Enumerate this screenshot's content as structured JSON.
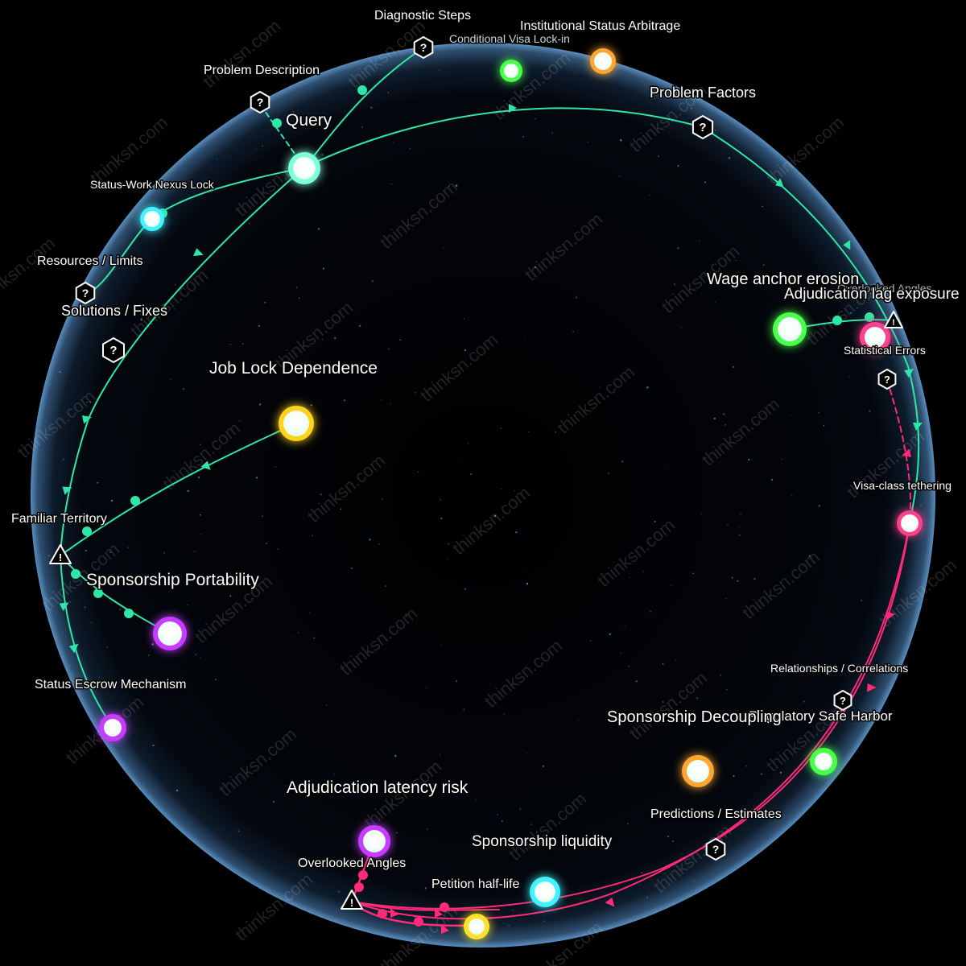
{
  "colors": {
    "background": "#000000",
    "sphere_glow": "#5a8fc0",
    "path_green": "#2ee6a6",
    "path_pink": "#ff2a78",
    "node_green": "#49ff4a",
    "node_cyan": "#3ff3ff",
    "node_orange": "#ffa632",
    "node_yellow": "#ffe12a",
    "node_purple": "#c63cff",
    "node_pink": "#ff3f8c",
    "node_query": "#7fffd8"
  },
  "watermark": "thinksn.com",
  "nodes": {
    "query": {
      "label": "Query",
      "color": "#7fffd8",
      "icon": "circle-node"
    },
    "diagnostic_steps": {
      "label": "Diagnostic Steps",
      "icon": "hex-question-icon"
    },
    "problem_description": {
      "label": "Problem Description",
      "icon": "hex-question-icon"
    },
    "conditional_visa_lock_in": {
      "label": "Conditional Visa Lock-in",
      "color": "#49ff4a"
    },
    "institutional_status_arbitrage": {
      "label": "Institutional Status Arbitrage",
      "color": "#ffa632"
    },
    "problem_factors": {
      "label": "Problem Factors",
      "icon": "hex-question-icon"
    },
    "status_work_nexus_lock": {
      "label": "Status-Work Nexus Lock",
      "color": "#3ff3ff"
    },
    "resources_limits": {
      "label": "Resources / Limits",
      "icon": "hex-question-icon"
    },
    "solutions_fixes": {
      "label": "Solutions / Fixes",
      "icon": "hex-question-icon"
    },
    "job_lock_dependence": {
      "label": "Job Lock Dependence",
      "color": "#ffe12a"
    },
    "wage_anchor_erosion": {
      "label": "Wage anchor erosion",
      "color": "#49ff4a"
    },
    "adjudication_lag_exposure": {
      "label": "Adjudication lag exposure",
      "color": "#ff3f8c"
    },
    "overlooked_angles_top": {
      "label": "Overlooked Angles",
      "icon": "warning-triangle-icon"
    },
    "statistical_errors": {
      "label": "Statistical Errors",
      "icon": "hex-question-icon"
    },
    "visa_class_tethering": {
      "label": "Visa-class tethering",
      "color": "#ff3f8c"
    },
    "familiar_territory": {
      "label": "Familiar Territory",
      "icon": "warning-triangle-icon"
    },
    "sponsorship_portability": {
      "label": "Sponsorship Portability",
      "color": "#c63cff"
    },
    "status_escrow_mechanism": {
      "label": "Status Escrow Mechanism",
      "color": "#c63cff"
    },
    "relationships_correlations": {
      "label": "Relationships / Correlations",
      "icon": "hex-question-icon"
    },
    "sponsorship_decoupling": {
      "label": "Sponsorship Decoupling",
      "color": "#ffa632"
    },
    "regulatory_safe_harbor": {
      "label": "Regulatory Safe Harbor",
      "color": "#49ff4a"
    },
    "predictions_estimates": {
      "label": "Predictions / Estimates",
      "icon": "hex-question-icon"
    },
    "adjudication_latency_risk": {
      "label": "Adjudication latency risk",
      "color": "#c63cff"
    },
    "overlooked_angles_bottom": {
      "label": "Overlooked Angles",
      "icon": "warning-triangle-icon"
    },
    "sponsorship_liquidity": {
      "label": "Sponsorship liquidity",
      "color": "#3ff3ff"
    },
    "petition_half_life": {
      "label": "Petition half-life",
      "color": "#ffe12a"
    }
  }
}
